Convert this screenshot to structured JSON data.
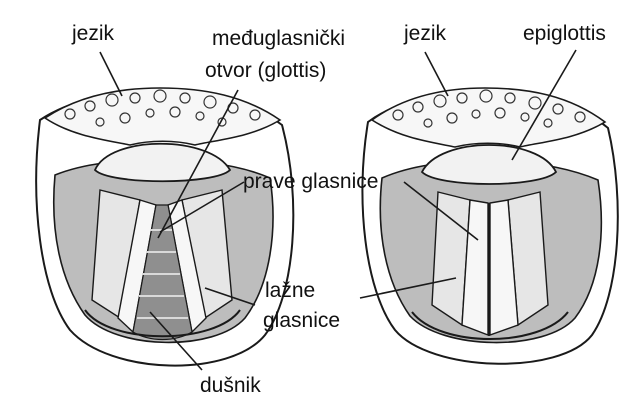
{
  "labels": {
    "tongue_left": "jezik",
    "glottis_line1": "međuglasnički",
    "glottis_line2": "otvor (glottis)",
    "true_cords": "prave glasnice",
    "false_cords_line1": "lažne",
    "false_cords_line2": "glasnice",
    "trachea": "dušnik",
    "tongue_right": "jezik",
    "epiglottis": "epiglottis"
  },
  "colors": {
    "line": "#1a1a1a",
    "shade": "#bdbdbd",
    "cords": "#f2f2f2",
    "background": "#ffffff"
  }
}
